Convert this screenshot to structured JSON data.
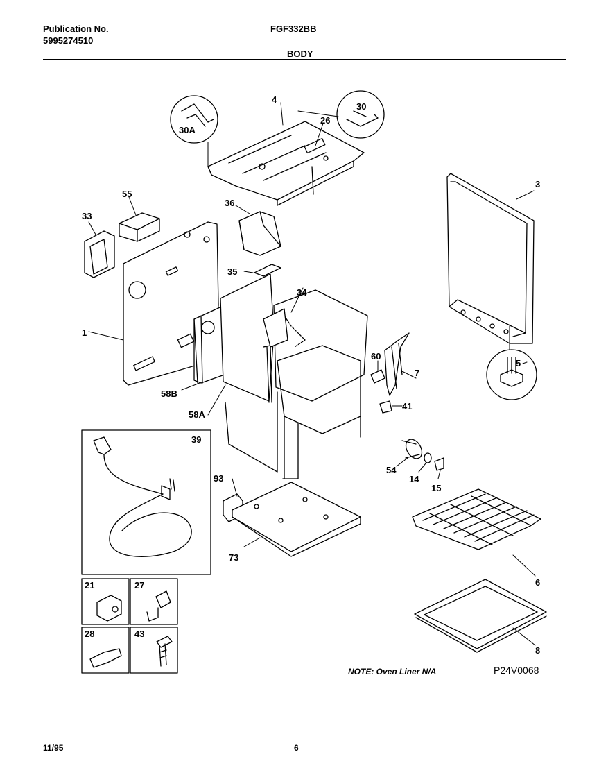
{
  "header": {
    "pub_label": "Publication No.",
    "pub_number": "5995274510",
    "model": "FGF332BB",
    "section": "BODY"
  },
  "parts": {
    "p4": "4",
    "p30": "30",
    "p30a": "30A",
    "p26": "26",
    "p55": "55",
    "p36": "36",
    "p33": "33",
    "p35": "35",
    "p34": "34",
    "p3": "3",
    "p1": "1",
    "p5": "5",
    "p60": "60",
    "p7": "7",
    "p58b": "58B",
    "p58a": "58A",
    "p41": "41",
    "p39": "39",
    "p54": "54",
    "p14": "14",
    "p15": "15",
    "p93": "93",
    "p73": "73",
    "p6": "6",
    "p21": "21",
    "p27": "27",
    "p28": "28",
    "p43": "43",
    "p8": "8"
  },
  "note": "NOTE: Oven Liner N/A",
  "figure_code": "P24V0068",
  "footer": {
    "date": "11/95",
    "page": "6"
  }
}
